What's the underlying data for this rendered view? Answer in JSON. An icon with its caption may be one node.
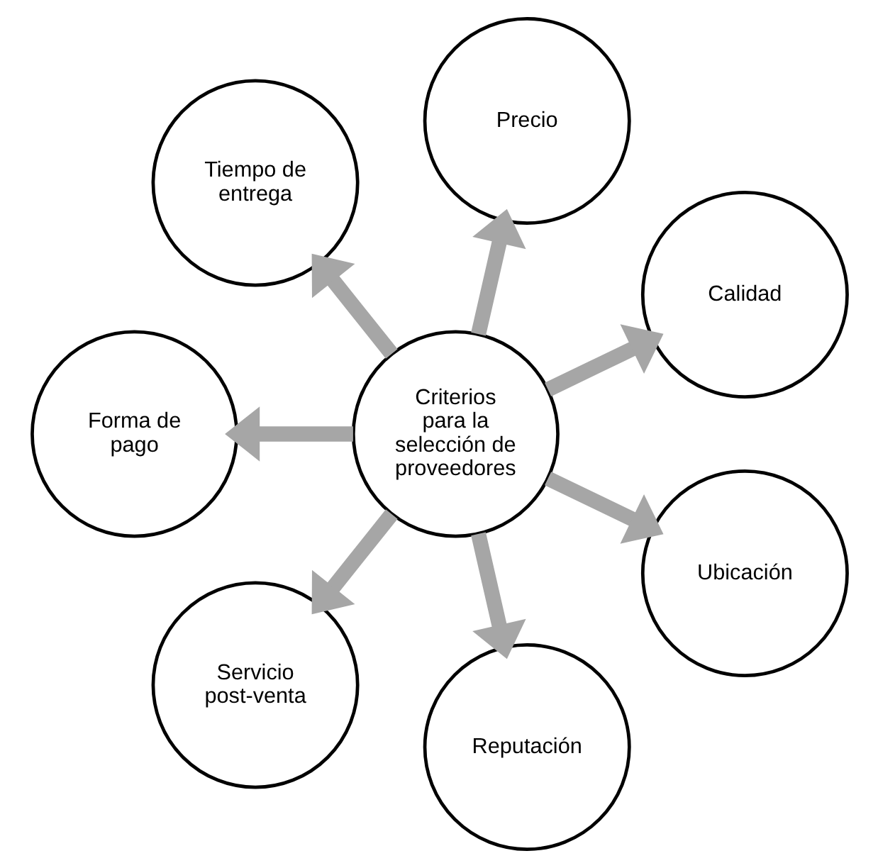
{
  "diagram": {
    "nodes": [
      {
        "text": [
          "Criterios para la selección de proveedores"
        ]
      },
      {
        "text": [
          "Calidad"
        ]
      },
      {
        "text": [
          "Precio"
        ]
      },
      {
        "text": [
          "Tiempo de entrega"
        ]
      },
      {
        "text": [
          "Forma de pago"
        ]
      },
      {
        "text": [
          "Servicio post-venta"
        ]
      },
      {
        "text": [
          "Reputación"
        ]
      },
      {
        "text": [
          "Ubicación"
        ]
      }
    ],
    "edges": [
      {
        "from": 0,
        "to": 1,
        "arrow": "to"
      },
      {
        "from": 0,
        "to": 2,
        "arrow": "to"
      },
      {
        "from": 0,
        "to": 3,
        "arrow": "to"
      },
      {
        "from": 0,
        "to": 4,
        "arrow": "to"
      },
      {
        "from": 0,
        "to": 5,
        "arrow": "to"
      },
      {
        "from": 0,
        "to": 6,
        "arrow": "to"
      },
      {
        "from": 0,
        "to": 7,
        "arrow": "to"
      }
    ]
  }
}
